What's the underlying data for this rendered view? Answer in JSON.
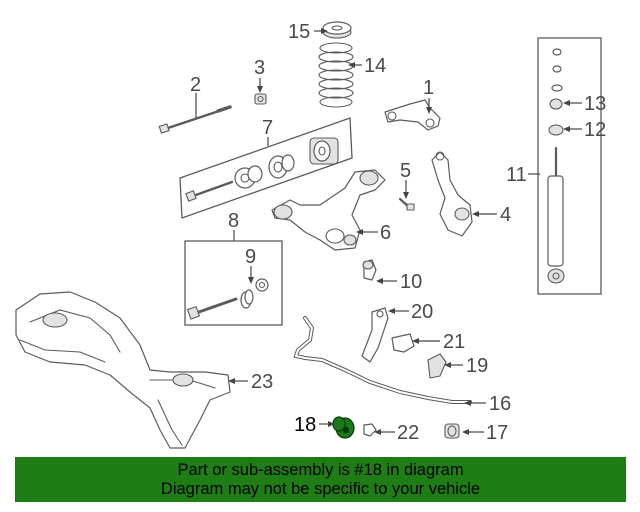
{
  "highlighted_part": "18",
  "colors": {
    "banner_bg": "#1e7d15",
    "highlight_part": "#1a7a1a",
    "line_art": "#5b5b5b"
  },
  "callouts": [
    {
      "id": "1",
      "label": "1"
    },
    {
      "id": "2",
      "label": "2"
    },
    {
      "id": "3",
      "label": "3"
    },
    {
      "id": "4",
      "label": "4"
    },
    {
      "id": "5",
      "label": "5"
    },
    {
      "id": "6",
      "label": "6"
    },
    {
      "id": "7",
      "label": "7"
    },
    {
      "id": "8",
      "label": "8"
    },
    {
      "id": "9",
      "label": "9"
    },
    {
      "id": "10",
      "label": "10"
    },
    {
      "id": "11",
      "label": "11"
    },
    {
      "id": "12",
      "label": "12"
    },
    {
      "id": "13",
      "label": "13"
    },
    {
      "id": "14",
      "label": "14"
    },
    {
      "id": "15",
      "label": "15"
    },
    {
      "id": "16",
      "label": "16"
    },
    {
      "id": "17",
      "label": "17"
    },
    {
      "id": "18",
      "label": "18"
    },
    {
      "id": "19",
      "label": "19"
    },
    {
      "id": "20",
      "label": "20"
    },
    {
      "id": "21",
      "label": "21"
    },
    {
      "id": "22",
      "label": "22"
    },
    {
      "id": "23",
      "label": "23"
    }
  ],
  "banner": {
    "line1": "Part or sub-assembly is #18 in diagram",
    "line2": "Diagram may not be specific to your vehicle"
  }
}
